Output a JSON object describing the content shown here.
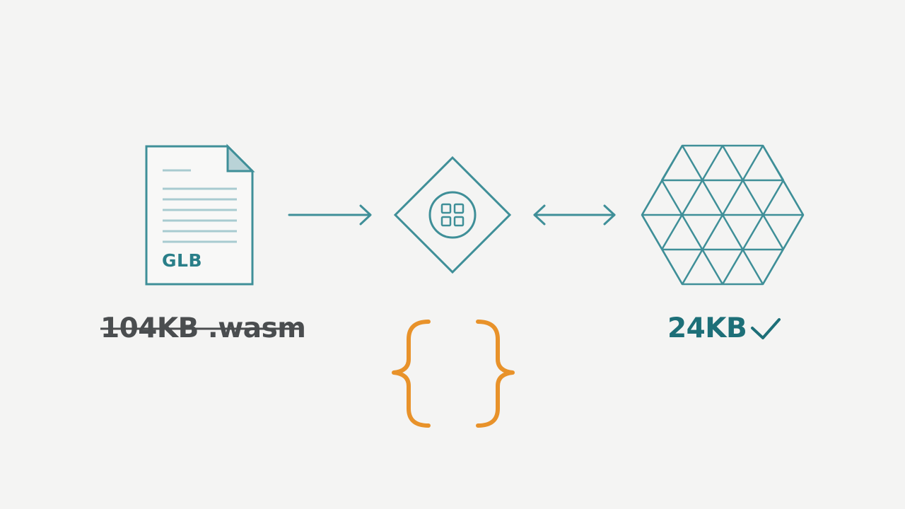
{
  "colors": {
    "background": "#f4f4f3",
    "teal_stroke": "#3f8f98",
    "teal_light": "#a8cbd0",
    "teal_text": "#1d6f78",
    "gray_text": "#4a4d4f",
    "orange": "#e8922a"
  },
  "source_file": {
    "type_label": "GLB",
    "icon": "document-icon"
  },
  "old_size": {
    "text": "104KB .wasm",
    "struck_through": true
  },
  "processor": {
    "icon": "grid-module-icon"
  },
  "code_braces": {
    "icon": "curly-braces-icon"
  },
  "mesh": {
    "icon": "triangle-mesh-hexagon-icon"
  },
  "new_size": {
    "text": "24KB",
    "status_icon": "checkmark-icon"
  }
}
